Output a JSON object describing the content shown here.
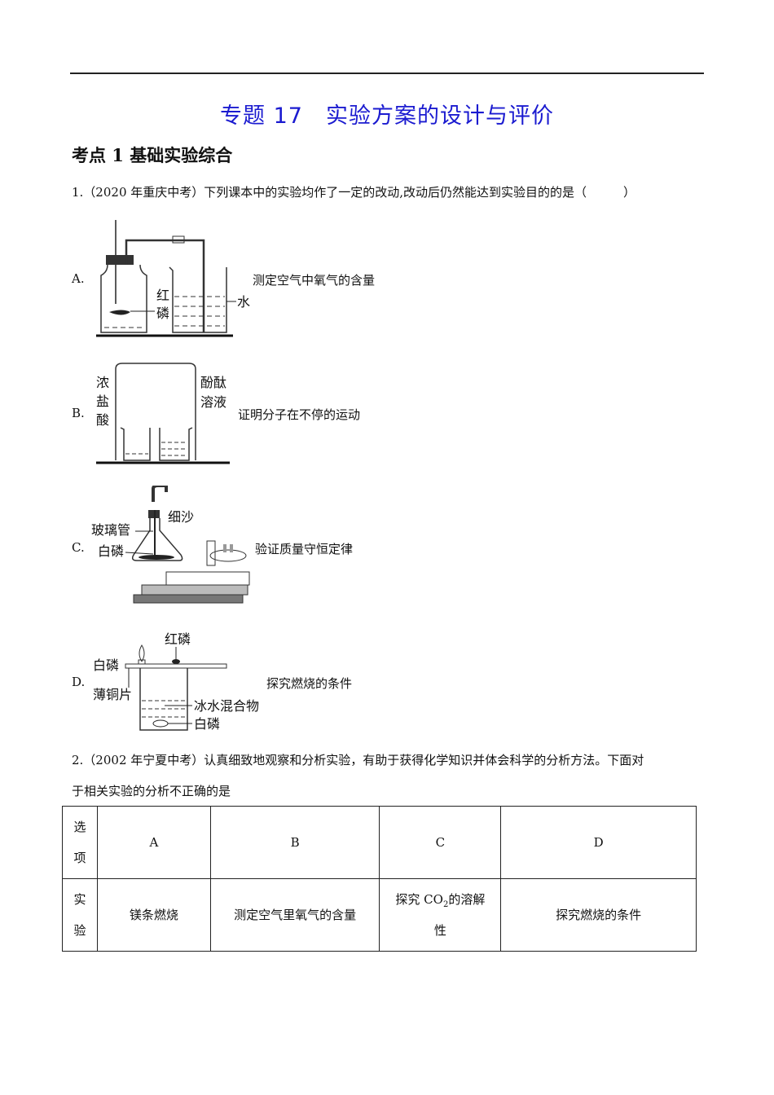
{
  "title": "专题 17　实验方案的设计与评价",
  "section": "考点 1 基础实验综合",
  "q1": {
    "stem": "1.（2020 年重庆中考）下列课本中的实验均作了一定的改动,改动后仍然能达到实验目的的是（　　　）",
    "options": [
      {
        "label": "A.",
        "caption": "测定空气中氧气的含量",
        "diagram_labels": [
          "红",
          "磷",
          "水"
        ]
      },
      {
        "label": "B.",
        "caption": "证明分子在不停的运动",
        "diagram_labels": [
          "浓",
          "盐",
          "酸",
          "酚酞",
          "溶液"
        ]
      },
      {
        "label": "C.",
        "caption": "验证质量守恒定律",
        "diagram_labels": [
          "细沙",
          "玻璃管",
          "白磷"
        ]
      },
      {
        "label": "D.",
        "caption": "探究燃烧的条件",
        "diagram_labels": [
          "红磷",
          "白磷",
          "薄铜片",
          "冰水混合物",
          "白磷"
        ]
      }
    ]
  },
  "q2": {
    "line1": "2.（2002 年宁夏中考）认真细致地观察和分析实验，有助于获得化学知识并体会科学的分析方法。下面对",
    "line2": "于相关实验的分析不正确的是",
    "table": {
      "row_headers": [
        [
          "选",
          "项"
        ],
        [
          "实",
          "验"
        ]
      ],
      "options": [
        "A",
        "B",
        "C",
        "D"
      ],
      "experiments": [
        "镁条燃烧",
        "测定空气里氧气的含量",
        {
          "pre": "探究 CO",
          "sub": "2",
          "post": "的溶解",
          "line2": "性"
        },
        "探究燃烧的条件"
      ]
    }
  }
}
